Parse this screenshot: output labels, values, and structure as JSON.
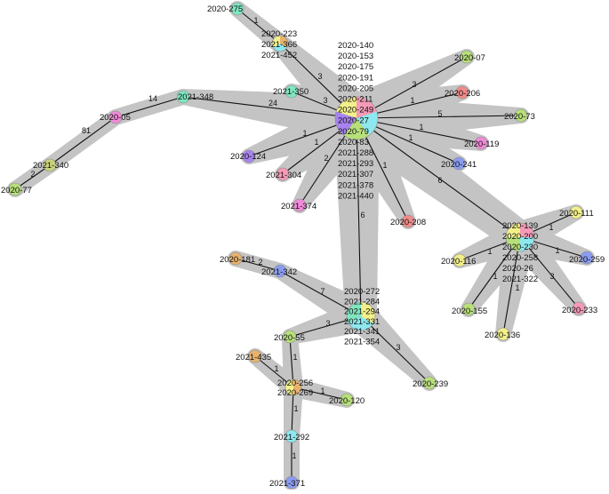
{
  "colors": {
    "halo": "#c4c4c4",
    "edge": "#111111",
    "palette": {
      "green": "#b8e07a",
      "teal": "#7fe6c0",
      "cyan": "#8ee8ef",
      "orange": "#e8b26e",
      "pink": "#f59ab7",
      "magenta": "#f08ad8",
      "violet": "#a883f0",
      "blue": "#8a9cf0",
      "red": "#f28a8a",
      "yellow": "#f3f08a",
      "olive": "#c9d27a"
    }
  },
  "nodes": [
    {
      "id": "n2020_275",
      "labels": [
        "2020-275"
      ],
      "colors": [
        "teal"
      ]
    },
    {
      "id": "n_cluster223",
      "labels": [
        "2020-223",
        "2021-366",
        "2021-452"
      ],
      "colors": [
        "orange",
        "cyan",
        "yellow"
      ]
    },
    {
      "id": "n_hub",
      "labels": [
        "2020-140",
        "2020-153",
        "2020-175",
        "2020-191",
        "2020-205",
        "2020-211",
        "2020-249",
        "2020-27",
        "2020-79",
        "2020-83",
        "2021-288",
        "2021-293",
        "2021-307",
        "2021-378",
        "2021-440"
      ],
      "colors": [
        "pink",
        "cyan",
        "green",
        "violet",
        "yellow"
      ]
    },
    {
      "id": "n2021_350",
      "labels": [
        "2021-350"
      ],
      "colors": [
        "teal"
      ]
    },
    {
      "id": "n2021_348",
      "labels": [
        "2021-348"
      ],
      "colors": [
        "teal"
      ]
    },
    {
      "id": "n2020_05",
      "labels": [
        "2020-05"
      ],
      "colors": [
        "magenta"
      ]
    },
    {
      "id": "n2021_340",
      "labels": [
        "2021-340"
      ],
      "colors": [
        "olive"
      ]
    },
    {
      "id": "n2020_77",
      "labels": [
        "2020-77"
      ],
      "colors": [
        "green"
      ]
    },
    {
      "id": "n2020_07",
      "labels": [
        "2020-07"
      ],
      "colors": [
        "green"
      ]
    },
    {
      "id": "n2020_206",
      "labels": [
        "2020-206"
      ],
      "colors": [
        "red"
      ]
    },
    {
      "id": "n2020_73",
      "labels": [
        "2020-73"
      ],
      "colors": [
        "green"
      ]
    },
    {
      "id": "n2020_119",
      "labels": [
        "2020-119"
      ],
      "colors": [
        "magenta"
      ]
    },
    {
      "id": "n2020_241",
      "labels": [
        "2020-241"
      ],
      "colors": [
        "blue"
      ]
    },
    {
      "id": "n2020_124",
      "labels": [
        "2020-124"
      ],
      "colors": [
        "violet"
      ]
    },
    {
      "id": "n2021_304",
      "labels": [
        "2021-304"
      ],
      "colors": [
        "pink"
      ]
    },
    {
      "id": "n2021_374",
      "labels": [
        "2021-374"
      ],
      "colors": [
        "magenta"
      ]
    },
    {
      "id": "n2020_208",
      "labels": [
        "2020-208"
      ],
      "colors": [
        "red"
      ]
    },
    {
      "id": "n_cluster139",
      "labels": [
        "2020-139",
        "2020-200",
        "2020-230",
        "2020-258",
        "2020-26",
        "2021-322"
      ],
      "colors": [
        "pink",
        "cyan",
        "green",
        "yellow"
      ]
    },
    {
      "id": "n2020_111",
      "labels": [
        "2020-111"
      ],
      "colors": [
        "yellow"
      ]
    },
    {
      "id": "n2020_116",
      "labels": [
        "2020-116"
      ],
      "colors": [
        "yellow"
      ]
    },
    {
      "id": "n2020_259",
      "labels": [
        "2020-259"
      ],
      "colors": [
        "blue"
      ]
    },
    {
      "id": "n2020_155",
      "labels": [
        "2020-155"
      ],
      "colors": [
        "green"
      ]
    },
    {
      "id": "n2020_136",
      "labels": [
        "2020-136"
      ],
      "colors": [
        "yellow"
      ]
    },
    {
      "id": "n2020_233",
      "labels": [
        "2020-233"
      ],
      "colors": [
        "pink"
      ]
    },
    {
      "id": "n2020_181",
      "labels": [
        "2020-181"
      ],
      "colors": [
        "orange"
      ]
    },
    {
      "id": "n2021_342",
      "labels": [
        "2021-342"
      ],
      "colors": [
        "blue"
      ]
    },
    {
      "id": "n_cluster272",
      "labels": [
        "2020-272",
        "2021-284",
        "2021-294",
        "2021-331",
        "2021-341",
        "2021-354"
      ],
      "colors": [
        "yellow",
        "cyan",
        "teal"
      ]
    },
    {
      "id": "n2020_55",
      "labels": [
        "2020-55"
      ],
      "colors": [
        "green"
      ]
    },
    {
      "id": "n2020_239",
      "labels": [
        "2020-239"
      ],
      "colors": [
        "green"
      ]
    },
    {
      "id": "n2021_435",
      "labels": [
        "2021-435"
      ],
      "colors": [
        "orange"
      ]
    },
    {
      "id": "n_cluster256",
      "labels": [
        "2020-256",
        "2020-269"
      ],
      "colors": [
        "orange",
        "yellow"
      ]
    },
    {
      "id": "n2020_120",
      "labels": [
        "2020-120"
      ],
      "colors": [
        "green"
      ]
    },
    {
      "id": "n2021_292",
      "labels": [
        "2021-292"
      ],
      "colors": [
        "cyan"
      ]
    },
    {
      "id": "n2021_371",
      "labels": [
        "2021-371"
      ],
      "colors": [
        "blue"
      ]
    }
  ],
  "edges": [
    {
      "from": "n2020_275",
      "to": "n_cluster223",
      "label": "1"
    },
    {
      "from": "n_cluster223",
      "to": "n_hub",
      "label": "3"
    },
    {
      "from": "n2021_350",
      "to": "n_hub",
      "label": "3"
    },
    {
      "from": "n2021_348",
      "to": "n_hub",
      "label": "24"
    },
    {
      "from": "n2020_05",
      "to": "n2021_348",
      "label": "14"
    },
    {
      "from": "n2021_340",
      "to": "n2020_05",
      "label": "81"
    },
    {
      "from": "n2020_77",
      "to": "n2021_340",
      "label": "2"
    },
    {
      "from": "n_hub",
      "to": "n2020_07",
      "label": "3"
    },
    {
      "from": "n_hub",
      "to": "n2020_206",
      "label": "1"
    },
    {
      "from": "n_hub",
      "to": "n2020_73",
      "label": "5"
    },
    {
      "from": "n_hub",
      "to": "n2020_119",
      "label": "1"
    },
    {
      "from": "n_hub",
      "to": "n2020_241",
      "label": "1"
    },
    {
      "from": "n_hub",
      "to": "n2020_124",
      "label": "1"
    },
    {
      "from": "n_hub",
      "to": "n2021_304",
      "label": "1"
    },
    {
      "from": "n_hub",
      "to": "n2021_374",
      "label": "2"
    },
    {
      "from": "n_hub",
      "to": "n2020_208",
      "label": "1"
    },
    {
      "from": "n_hub",
      "to": "n_cluster139",
      "label": "6"
    },
    {
      "from": "n_hub",
      "to": "n_cluster272",
      "label": "6"
    },
    {
      "from": "n_cluster139",
      "to": "n2020_111",
      "label": "1"
    },
    {
      "from": "n_cluster139",
      "to": "n2020_116",
      "label": "1"
    },
    {
      "from": "n_cluster139",
      "to": "n2020_259",
      "label": "1"
    },
    {
      "from": "n_cluster139",
      "to": "n2020_155",
      "label": "1"
    },
    {
      "from": "n_cluster139",
      "to": "n2020_136",
      "label": "1"
    },
    {
      "from": "n_cluster139",
      "to": "n2020_233",
      "label": "3"
    },
    {
      "from": "n2020_181",
      "to": "n2021_342",
      "label": "2"
    },
    {
      "from": "n2021_342",
      "to": "n_cluster272",
      "label": "7"
    },
    {
      "from": "n_cluster272",
      "to": "n2020_55",
      "label": "3"
    },
    {
      "from": "n_cluster272",
      "to": "n2020_239",
      "label": "3"
    },
    {
      "from": "n2020_55",
      "to": "n_cluster256",
      "label": "1"
    },
    {
      "from": "n2021_435",
      "to": "n_cluster256",
      "label": "1"
    },
    {
      "from": "n_cluster256",
      "to": "n2020_120",
      "label": "1"
    },
    {
      "from": "n_cluster256",
      "to": "n2021_292",
      "label": "1"
    },
    {
      "from": "n2021_292",
      "to": "n2021_371",
      "label": "1"
    }
  ]
}
